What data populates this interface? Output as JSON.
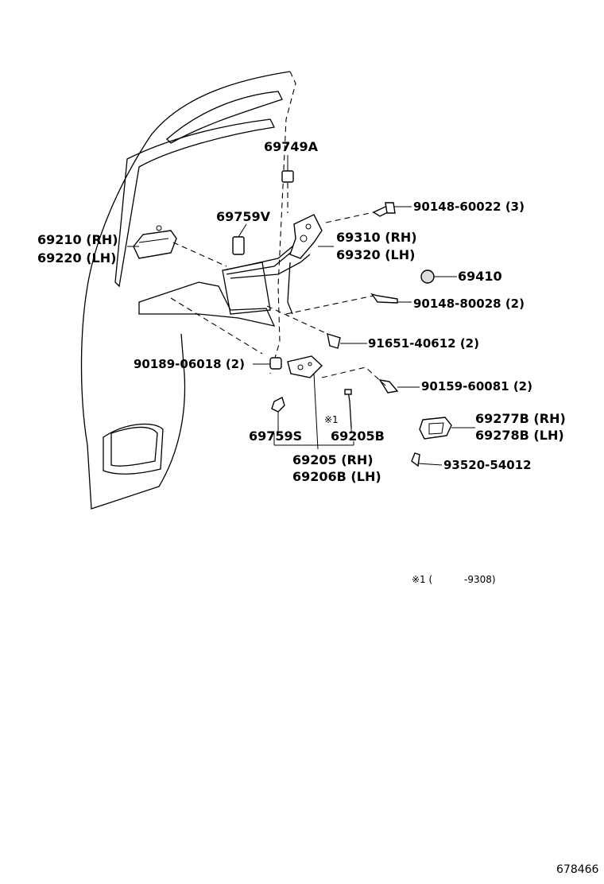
{
  "labels": {
    "p69749A": "69749A",
    "p90148_60022": "90148-60022 (3)",
    "p69759V": "69759V",
    "p69210": "69210 (RH)",
    "p69220": "69220 (LH)",
    "p69310": "69310 (RH)",
    "p69320": "69320 (LH)",
    "p69410": "69410",
    "p90148_80028": "90148-80028 (2)",
    "p91651": "91651-40612 (2)",
    "p90189": "90189-06018 (2)",
    "p90159": "90159-60081 (2)",
    "p69277B": "69277B (RH)",
    "p69278B": "69278B (LH)",
    "mark1": "※1",
    "p69759S": "69759S",
    "p69205B": "69205B",
    "p69205": "69205 (RH)",
    "p69206B": "69206B (LH)",
    "p93520": "93520-54012"
  },
  "footnote": {
    "mark": "※1 (",
    "range": "-9308)"
  },
  "diagram_id": "678466"
}
